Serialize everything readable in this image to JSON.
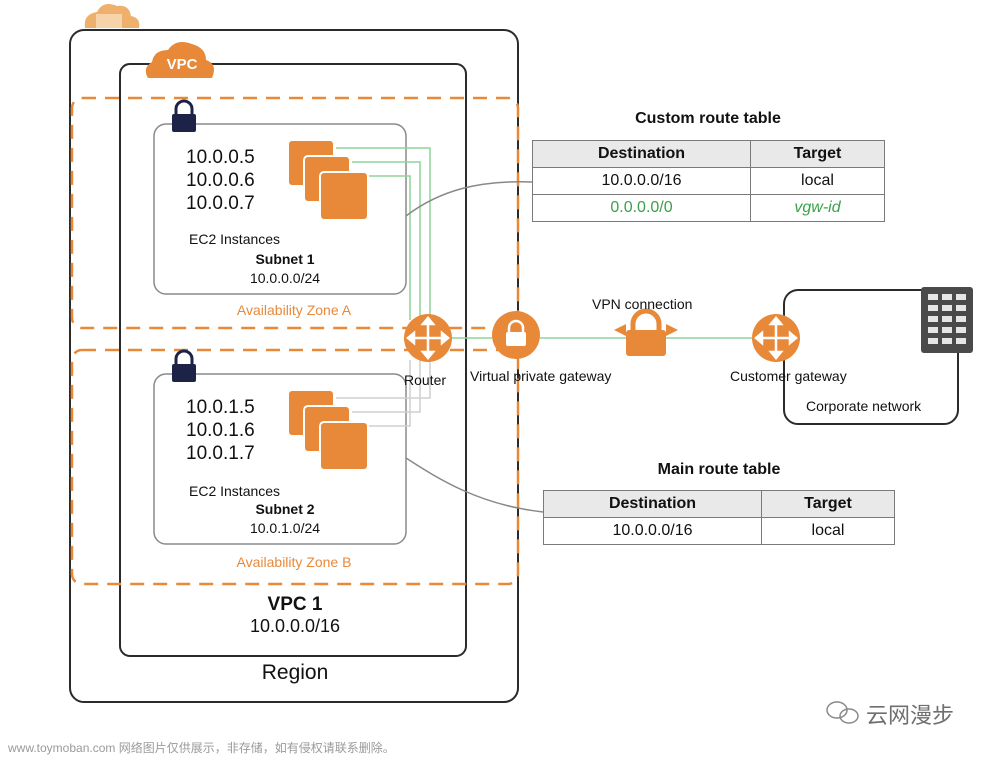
{
  "region": {
    "label": "Region"
  },
  "vpc": {
    "badge": "VPC",
    "name": "VPC 1",
    "cidr": "10.0.0.0/16"
  },
  "subnet1": {
    "ips": [
      "10.0.0.5",
      "10.0.0.6",
      "10.0.0.7"
    ],
    "instances_label": "EC2 Instances",
    "name": "Subnet 1",
    "cidr": "10.0.0.0/24",
    "zone": "Availability Zone A"
  },
  "subnet2": {
    "ips": [
      "10.0.1.5",
      "10.0.1.6",
      "10.0.1.7"
    ],
    "instances_label": "EC2 Instances",
    "name": "Subnet 2",
    "cidr": "10.0.1.0/24",
    "zone": "Availability Zone B"
  },
  "router": {
    "label": "Router"
  },
  "vpg": {
    "label": "Virtual private gateway"
  },
  "vpn": {
    "label": "VPN connection"
  },
  "cgw": {
    "label": "Customer gateway"
  },
  "corporate": {
    "label": "Corporate network"
  },
  "custom_route_table": {
    "title": "Custom route table",
    "headers": [
      "Destination",
      "Target"
    ],
    "rows": [
      [
        "10.0.0.0/16",
        "local"
      ],
      [
        "0.0.0.0/0",
        "vgw-id"
      ]
    ]
  },
  "main_route_table": {
    "title": "Main route table",
    "headers": [
      "Destination",
      "Target"
    ],
    "rows": [
      [
        "10.0.0.0/16",
        "local"
      ]
    ]
  },
  "watermark": {
    "left": "www.toymoban.com 网络图片仅供展示，非存储，如有侵权请联系删除。",
    "right": "云网漫步"
  },
  "colors": {
    "aws_orange": "#e8893a",
    "route_green": "#3aa04a",
    "line_green": "#8fd39a",
    "dark_navy": "#1d2346"
  }
}
